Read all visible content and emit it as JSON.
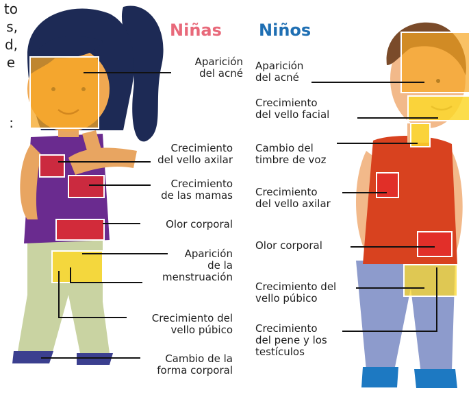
{
  "cut_text": [
    "to",
    "s,",
    "d,",
    "e",
    ":"
  ],
  "headings": {
    "girls": "Niñas",
    "boys": "Niños",
    "girls_color": "#e8697a",
    "boys_color": "#1f6fb3"
  },
  "girls_labels": {
    "acne": "Aparición\ndel acné",
    "axillary": "Crecimiento\ndel vello axilar",
    "breasts": "Crecimiento\nde las mamas",
    "odor": "Olor corporal",
    "menstruation": "Aparición\nde la\nmenstruación",
    "pubic": "Crecimiento del\nvello púbico",
    "shape": "Cambio de la\nforma corporal"
  },
  "boys_labels": {
    "acne": "Aparición\ndel acné",
    "facial": "Crecimiento\ndel vello facial",
    "voice": "Cambio del\ntimbre de voz",
    "axillary": "Crecimiento\ndel vello axilar",
    "odor": "Olor corporal",
    "pubic": "Crecimiento del\nvello púbico",
    "penis": "Crecimiento\ndel pene y los\ntestículos"
  },
  "colors": {
    "highlight_orange": "#f6a623",
    "highlight_yellow": "#fbd72b",
    "highlight_red": "#e42b2b",
    "outline": "#ffffff"
  }
}
